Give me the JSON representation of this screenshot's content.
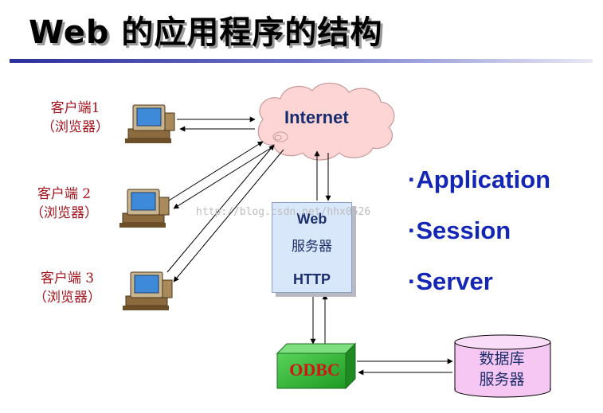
{
  "title": "Web 的应用程序的结构",
  "clients": [
    {
      "name": "客户端1",
      "sub": "（浏览器）"
    },
    {
      "name": "客户端 2",
      "sub": "（浏览器）"
    },
    {
      "name": "客户端 3",
      "sub": "（浏览器）"
    }
  ],
  "cloud": {
    "label": "Internet"
  },
  "web_server": {
    "line1": "Web",
    "line2": "服务器",
    "line3": "HTTP"
  },
  "odbc": {
    "label": "ODBC"
  },
  "database": {
    "line1": "数据库",
    "line2": "服务器"
  },
  "bullets": [
    "·Application",
    "·Session",
    "·Server"
  ],
  "watermark": "http://blog.csdn.net/hhx0626",
  "colors": {
    "title_bar": "#2b2f9a",
    "client_label": "#a4121b",
    "cloud_fill": "#fdd5d5",
    "server_fill": "#d8e8fa",
    "odbc_fill": "#2fbb33",
    "db_fill": "#f6c7f3",
    "bullet_text": "#1326b6"
  }
}
